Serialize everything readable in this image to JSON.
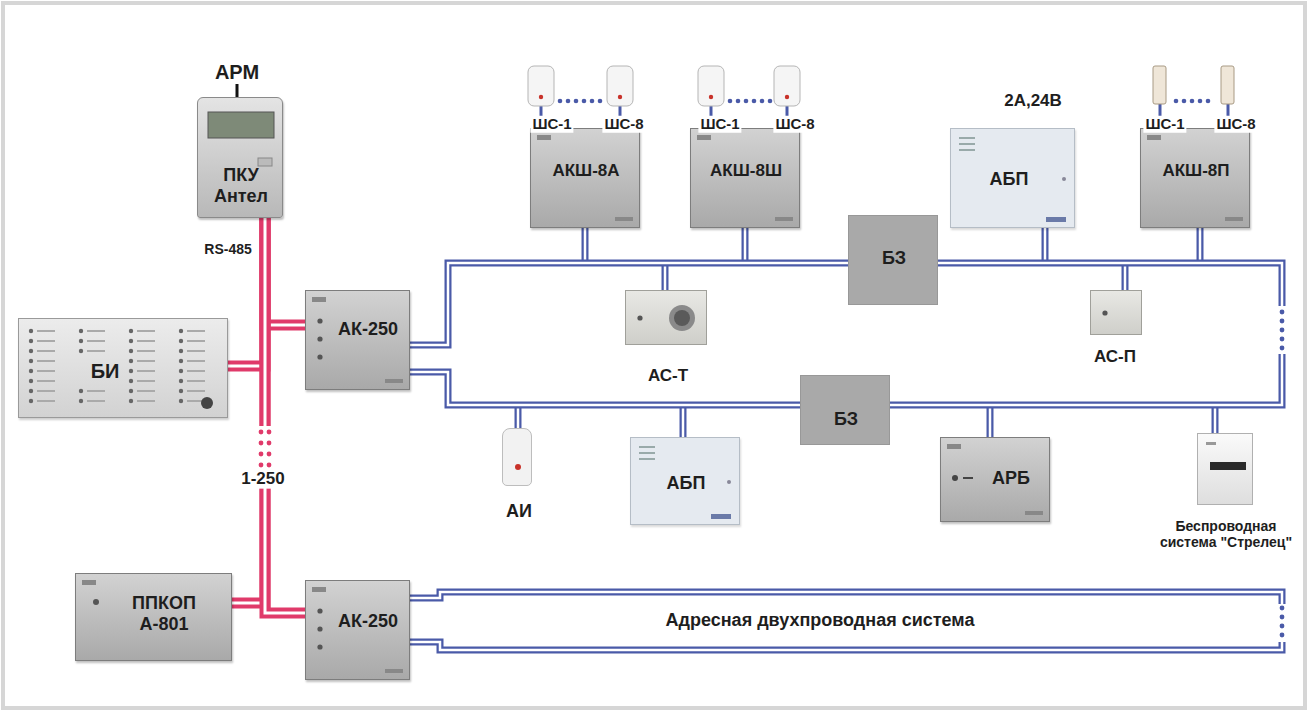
{
  "diagram": {
    "nodes": [
      {
        "text": [
          "ПКУ Антел"
        ]
      },
      {
        "text": [
          "БИ"
        ]
      },
      {
        "text": [
          "АК-250"
        ]
      },
      {
        "text": [
          "ППКОП А-801"
        ]
      },
      {
        "text": [
          "АК-250"
        ]
      },
      {
        "text": [
          "АКШ-8А"
        ]
      },
      {
        "text": [
          "АКШ-8Ш"
        ]
      },
      {
        "text": [
          "АБП"
        ]
      },
      {
        "text": [
          "АКШ-8П"
        ]
      },
      {
        "text": [
          "БЗ"
        ]
      },
      {
        "text": [
          "АС-Т"
        ]
      },
      {
        "text": [
          "АС-П"
        ]
      },
      {
        "text": [
          "БЗ"
        ]
      },
      {
        "text": [
          "АИ"
        ]
      },
      {
        "text": [
          "АБП"
        ]
      },
      {
        "text": [
          "АРБ"
        ]
      },
      {
        "text": [
          "Беспроводная система \"Стрелец\""
        ]
      }
    ],
    "edges": [
      {
        "from": 0,
        "to": 2,
        "arrow": "none"
      },
      {
        "from": 0,
        "to": 1,
        "arrow": "none"
      },
      {
        "from": 0,
        "to": 3,
        "arrow": "none"
      },
      {
        "from": 0,
        "to": 4,
        "arrow": "none"
      },
      {
        "from": 2,
        "to": 9,
        "arrow": "none"
      },
      {
        "from": 9,
        "to": 12,
        "arrow": "none"
      },
      {
        "from": 2,
        "to": 12,
        "arrow": "none"
      }
    ],
    "labels": [
      "АРМ",
      "RS-485",
      "1-250",
      "ШС-1",
      "ШС-8",
      "ШС-1",
      "ШС-8",
      "ШС-1",
      "ШС-8",
      "2А,24В",
      "Адресная двухпроводная система"
    ]
  }
}
